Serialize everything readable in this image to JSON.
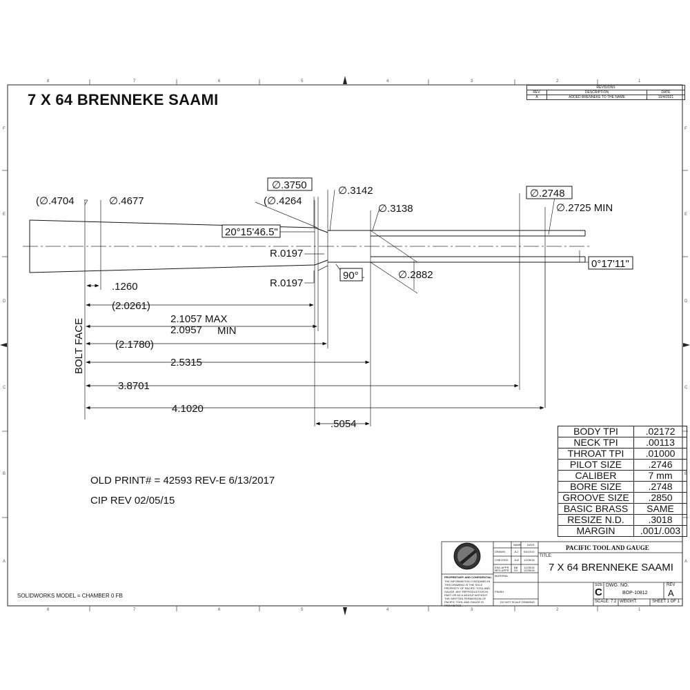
{
  "drawing": {
    "title": "7 X 64 BRENNEKE SAAMI",
    "old_print": "OLD PRINT# = 42593 REV-E  6/13/2017",
    "cip_rev": "CIP REV 02/05/15",
    "model_note": "SOLIDWORKS MODEL = CHAMBER 0 FB",
    "bolt_face": "BOLT FACE"
  },
  "border": {
    "columns_top": [
      "8",
      "7",
      "6",
      "5",
      "4",
      "3",
      "2",
      "1"
    ],
    "rows_side": [
      "F",
      "E",
      "D",
      "C",
      "B",
      "A"
    ]
  },
  "revisions": {
    "heading": "REVISIONS",
    "headers": [
      "REV.",
      "DESCRIPTION",
      "DATE"
    ],
    "rows": [
      [
        "A",
        "ADDED BRENNEKE TO THE NAME",
        "10/4/2021"
      ]
    ]
  },
  "dimensions": {
    "d_4704": "(∅.4704",
    "d_4677": "∅.4677",
    "d_4264": "(∅.4264",
    "d_3750": "∅.3750",
    "d_3142": "∅.3142",
    "d_3138": "∅.3138",
    "d_2748": "∅.2748",
    "d_2725": "∅.2725 MIN",
    "d_2882": "∅.2882",
    "angle_shoulder": "20°15'46.5\"",
    "angle_90": "90°",
    "angle_throat": "0°17'11\"",
    "r1": "R.0197",
    "r2": "R.0197",
    "l_1260": ".1260",
    "l_2_0261": "(2.0261)",
    "l_2_1057": "2.1057 MAX",
    "l_2_0957": "2.0957",
    "l_min": "MIN",
    "l_2_1780": "(2.1780)",
    "l_2_5315": "2.5315",
    "l_3_8701": "3.8701",
    "l_4_1020": "4.1020",
    "l_5054": ".5054"
  },
  "spec_table": [
    {
      "k": "BODY TPI",
      "v": ".02172"
    },
    {
      "k": "NECK TPI",
      "v": ".00113"
    },
    {
      "k": "THROAT TPI",
      "v": ".01000"
    },
    {
      "k": "PILOT SIZE",
      "v": ".2746"
    },
    {
      "k": "CALIBER",
      "v": "7 mm"
    },
    {
      "k": "BORE SIZE",
      "v": ".2748"
    },
    {
      "k": "GROOVE SIZE",
      "v": ".2850"
    },
    {
      "k": "BASIC BRASS",
      "v": "SAME"
    },
    {
      "k": "RESIZE N.D.",
      "v": ".3018"
    },
    {
      "k": "MARGIN",
      "v": ".001/.003"
    }
  ],
  "title_block": {
    "company": "PACIFIC TOOL AND GAUGE",
    "title_label": "TITLE:",
    "title": "7 X 64 BRENNEKE SAAMI",
    "size_label": "SIZE",
    "size": "C",
    "dwg_label": "DWG.  NO.",
    "dwg_no": "BOP-10812",
    "rev_label": "REV",
    "rev": "A",
    "scale": "SCALE: 7:2",
    "weight": "WEIGHT:",
    "sheet": "SHEET 1 OF 1",
    "do_not_scale": "DO NOT SCALE DRAWING",
    "material": "MATERIAL",
    "finish": "FINISH",
    "name_hdr": "NAME",
    "date_hdr": "DATE",
    "approvals": [
      {
        "role": "DRAWN",
        "name": "JLJ",
        "date": "04/10/10"
      },
      {
        "role": "CHECKED",
        "name": "JLB",
        "date": "12/28/18"
      },
      {
        "role": "ENG APPR",
        "name": "BB",
        "date": "12/28/18"
      },
      {
        "role": "MFG APPR",
        "name": "DX",
        "date": "12/28/18"
      }
    ],
    "proprietary_title": "PROPRIETARY AND CONFIDENTIAL",
    "proprietary_text": "THE INFORMATION CONTAINED IN THIS DRAWING IS THE SOLE PROPERTY OF PACIFIC TOOL AND GAUGE. ANY REPRODUCTION IN PART OR AS A WHOLE WITHOUT THE WRITTEN PERMISSION OF PACIFIC TOOL AND GAUGE IS PROHIBITED."
  }
}
